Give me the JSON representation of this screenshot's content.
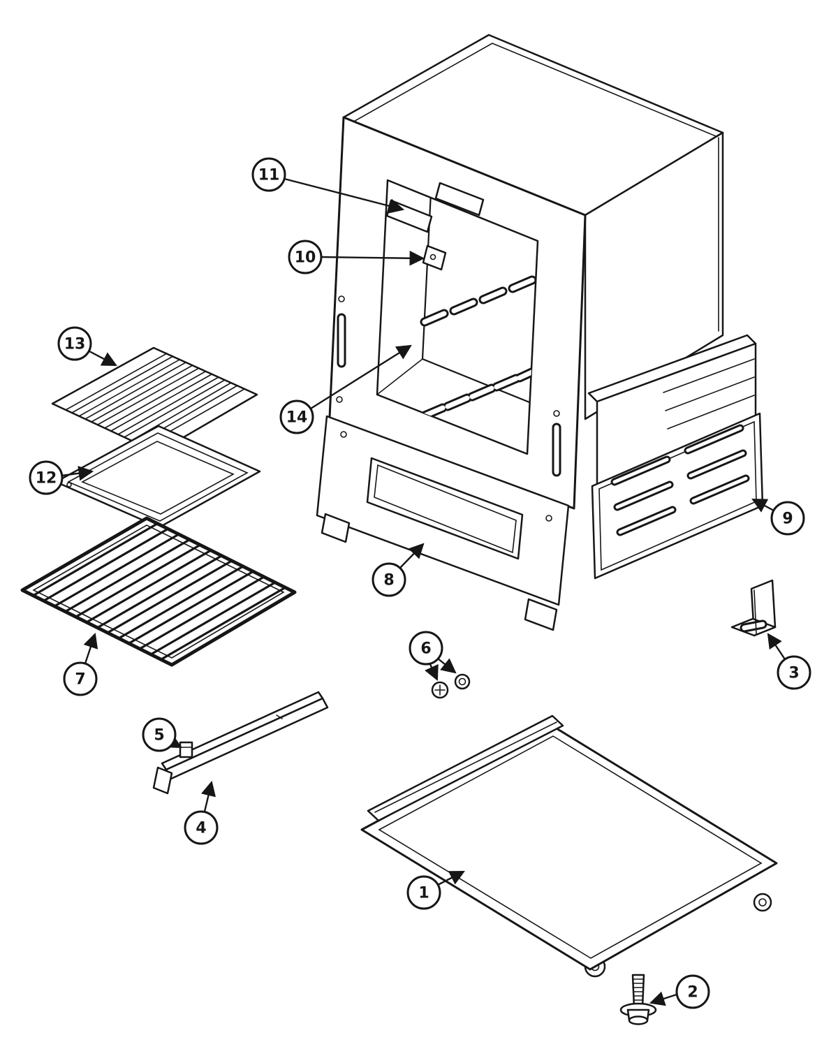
{
  "diagram": {
    "figure": "range-oven-exploded-parts-view",
    "background_color": "#ffffff",
    "line_color": "#161616",
    "callouts": [
      {
        "number": "1",
        "target": "base-pan"
      },
      {
        "number": "2",
        "target": "leveling-leg"
      },
      {
        "number": "3",
        "target": "support-bracket"
      },
      {
        "number": "4",
        "target": "drawer-slide-rail"
      },
      {
        "number": "5",
        "target": "slide-glide-clip"
      },
      {
        "number": "6",
        "target": "mounting-screws"
      },
      {
        "number": "7",
        "target": "oven-rack"
      },
      {
        "number": "8",
        "target": "front-access-panel"
      },
      {
        "number": "9",
        "target": "side-vent-panel"
      },
      {
        "number": "10",
        "target": "latch-clip"
      },
      {
        "number": "11",
        "target": "frame-slot"
      },
      {
        "number": "12",
        "target": "broiler-pan"
      },
      {
        "number": "13",
        "target": "broiler-insert"
      },
      {
        "number": "14",
        "target": "oven-cavity-interior"
      }
    ]
  }
}
